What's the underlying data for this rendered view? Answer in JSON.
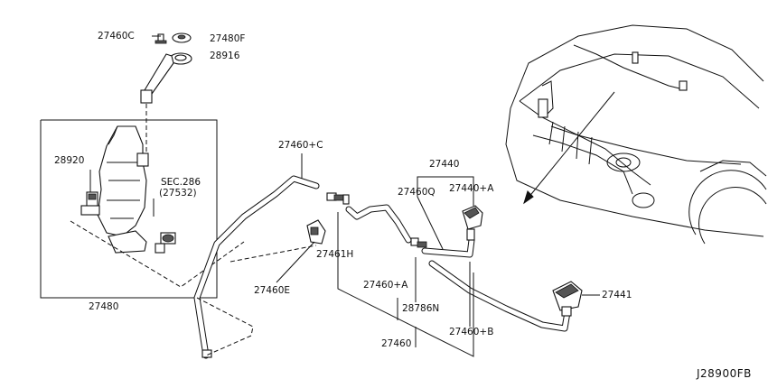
{
  "labels": {
    "p27460C": "27460C",
    "p27480F": "27480F",
    "p28916": "28916",
    "p28920": "28920",
    "sec286": "SEC.286",
    "sec27532": "(27532)",
    "p27480": "27480",
    "p27460plusC": "27460+C",
    "p27440": "27440",
    "p27460Q": "27460Q",
    "p27440plusA": "27440+A",
    "p27461H": "27461H",
    "p27460E": "27460E",
    "p27460plusA": "27460+A",
    "p28786N": "28786N",
    "p27460": "27460",
    "p27460plusB": "27460+B",
    "p27441": "27441",
    "figure_id": "J28900FB"
  }
}
